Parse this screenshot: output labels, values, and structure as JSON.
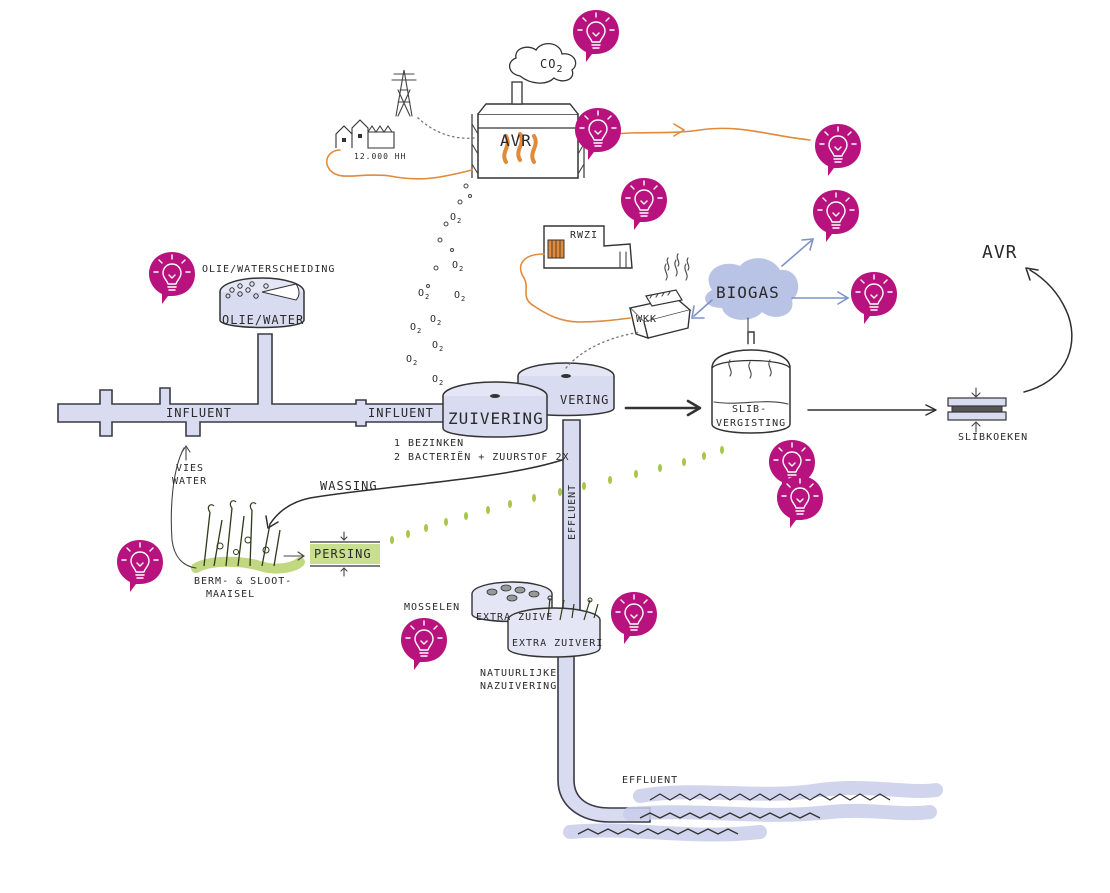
{
  "labels": {
    "influent_left": "INFLUENT",
    "influent_right": "INFLUENT",
    "oil_water_title": "OLIE/WATERSCHEIDING",
    "oil_water_tank": "OLIE/WATER",
    "zuivering_front": "ZUIVERING",
    "zuivering_back": "VERING",
    "step_1": "1 BEZINKEN",
    "step_2": "2 BACTERIËN + ZUURSTOF 2X",
    "vies_water_1": "VIES",
    "vies_water_2": "WATER",
    "wassing": "WASSING",
    "persing": "PERSING",
    "berm_1": "BERM- & SLOOT-",
    "berm_2": "MAAISEL",
    "effluent_vertical": "EFFLUENT",
    "effluent_bottom": "EFFLUENT",
    "mosselen": "MOSSELEN",
    "extra_zuivering_back": "EXTRA ZUIVE",
    "extra_zuivering_front": "EXTRA ZUIVERI",
    "natuurlijke_1": "NATUURLIJKE",
    "natuurlijke_2": "NAZUIVERING",
    "avr_plant": "AVR",
    "avr_right": "AVR",
    "co2": "CO",
    "co2_sub": "2",
    "households": "12.000 HH",
    "rwzi": "RWZI",
    "wkk": "WKK",
    "biogas": "BIOGAS",
    "slibvergisting_1": "SLIB-",
    "slibvergisting_2": "VERGISTING",
    "slibkoeken": "SLIBKOEKEN",
    "o2": "O",
    "o2_sub": "2"
  },
  "colors": {
    "pipe": "#d9dcf0",
    "accent_magenta": "#b8127e",
    "orange_flow": "#e08a3a",
    "biogas_cloud": "#b8c3e6",
    "green_drops": "#a7c64a",
    "water": "#c9cdea"
  },
  "icons": {
    "idea_bulb": "lightbulb-speech-bubble-icon"
  }
}
